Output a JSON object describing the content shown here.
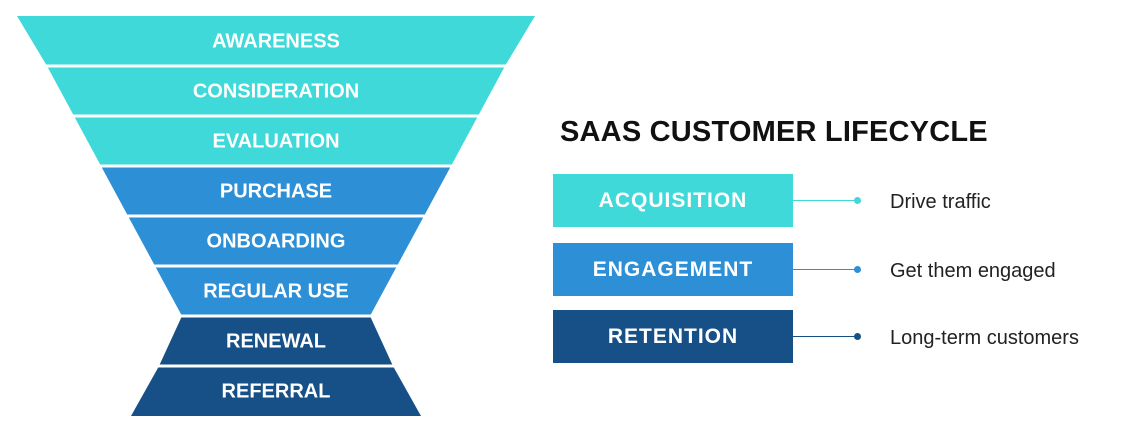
{
  "colors": {
    "teal": "#3fd9d9",
    "blue": "#2d8fd5",
    "navy": "#175087"
  },
  "funnel": {
    "levels": [
      {
        "label": "AWARENESS",
        "color": "teal"
      },
      {
        "label": "CONSIDERATION",
        "color": "teal"
      },
      {
        "label": "EVALUATION",
        "color": "teal"
      },
      {
        "label": "PURCHASE",
        "color": "blue"
      },
      {
        "label": "ONBOARDING",
        "color": "blue"
      },
      {
        "label": "REGULAR USE",
        "color": "blue"
      },
      {
        "label": "RENEWAL",
        "color": "navy"
      },
      {
        "label": "REFERRAL",
        "color": "navy"
      }
    ]
  },
  "lifecycle": {
    "title": "SAAS CUSTOMER LIFECYCLE",
    "stages": [
      {
        "label": "ACQUISITION",
        "description": "Drive traffic",
        "color": "teal"
      },
      {
        "label": "ENGAGEMENT",
        "description": "Get them engaged",
        "color": "blue"
      },
      {
        "label": "RETENTION",
        "description": "Long-term customers",
        "color": "navy"
      }
    ]
  }
}
